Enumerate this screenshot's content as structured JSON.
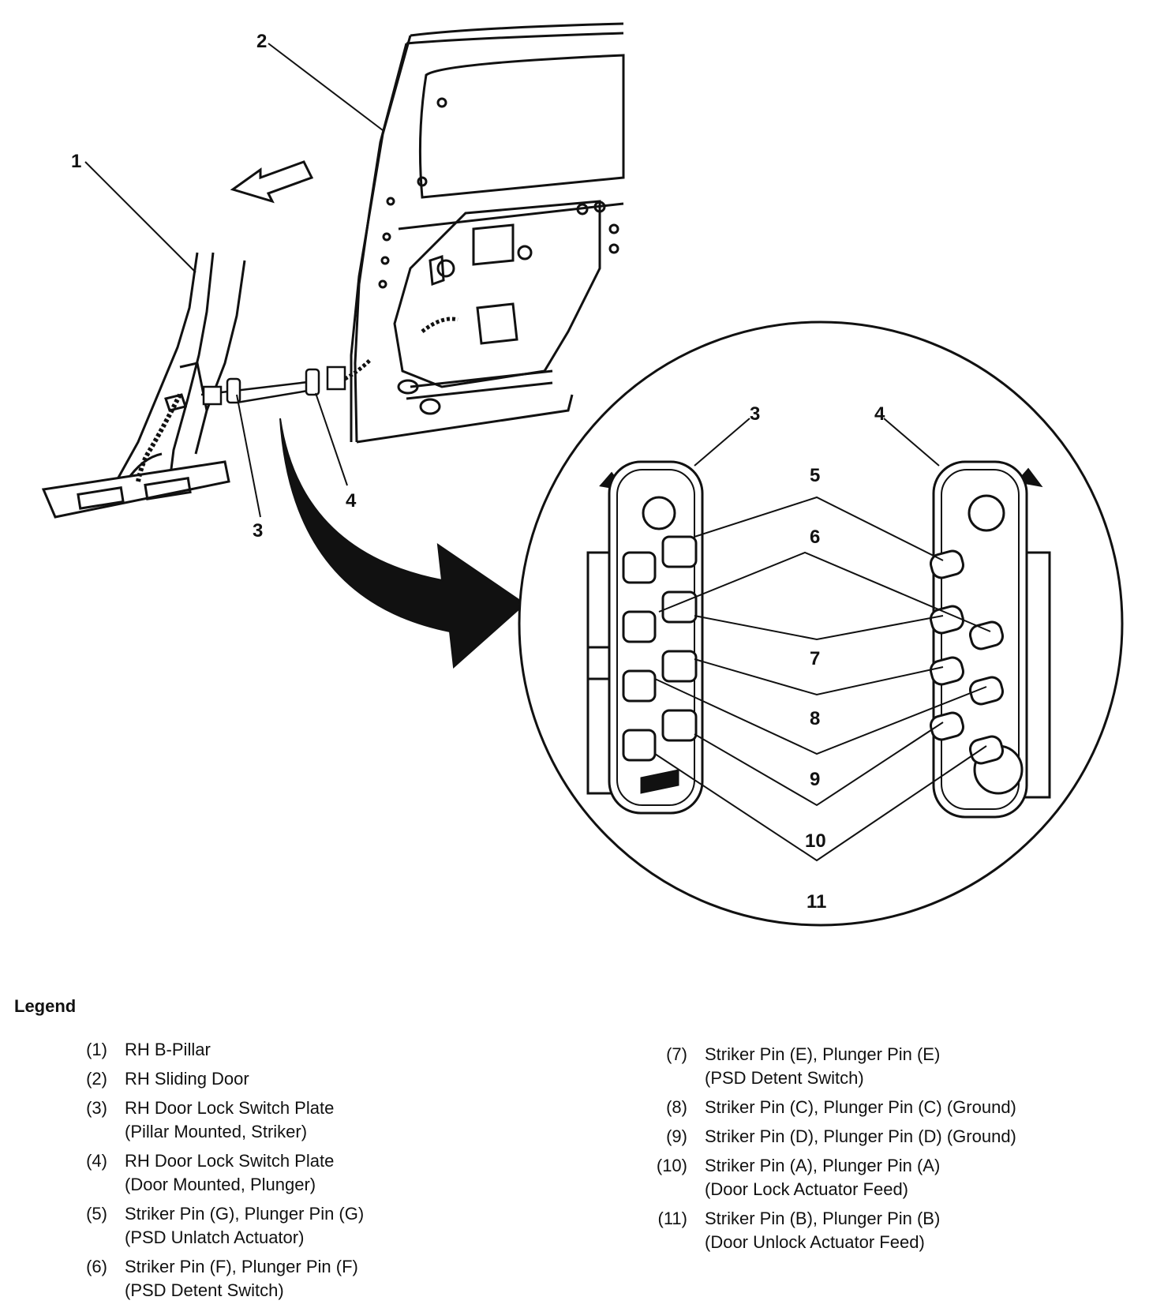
{
  "callouts": {
    "c1": "1",
    "c2": "2",
    "c3a": "3",
    "c4a": "4",
    "c3b": "3",
    "c4b": "4",
    "c5": "5",
    "c6": "6",
    "c7": "7",
    "c8": "8",
    "c9": "9",
    "c10": "10",
    "c11": "11"
  },
  "legend": {
    "title": "Legend",
    "items": [
      {
        "num": "(1)",
        "text": "RH B-Pillar"
      },
      {
        "num": "(2)",
        "text": "RH Sliding Door"
      },
      {
        "num": "(3)",
        "text": "RH Door Lock Switch Plate\n(Pillar Mounted, Striker)"
      },
      {
        "num": "(4)",
        "text": "RH Door Lock Switch Plate\n(Door Mounted, Plunger)"
      },
      {
        "num": "(5)",
        "text": "Striker Pin (G), Plunger Pin (G)\n(PSD Unlatch Actuator)"
      },
      {
        "num": "(6)",
        "text": "Striker Pin (F), Plunger Pin (F)\n(PSD Detent Switch)"
      },
      {
        "num": "(7)",
        "text": "Striker Pin (E), Plunger Pin (E)\n(PSD Detent Switch)"
      },
      {
        "num": "(8)",
        "text": "Striker Pin (C), Plunger Pin (C) (Ground)"
      },
      {
        "num": "(9)",
        "text": "Striker Pin (D), Plunger Pin (D) (Ground)"
      },
      {
        "num": "(10)",
        "text": "Striker Pin (A), Plunger Pin (A)\n(Door Lock Actuator Feed)"
      },
      {
        "num": "(11)",
        "text": "Striker Pin (B), Plunger Pin (B)\n(Door Unlock Actuator Feed)"
      }
    ]
  }
}
